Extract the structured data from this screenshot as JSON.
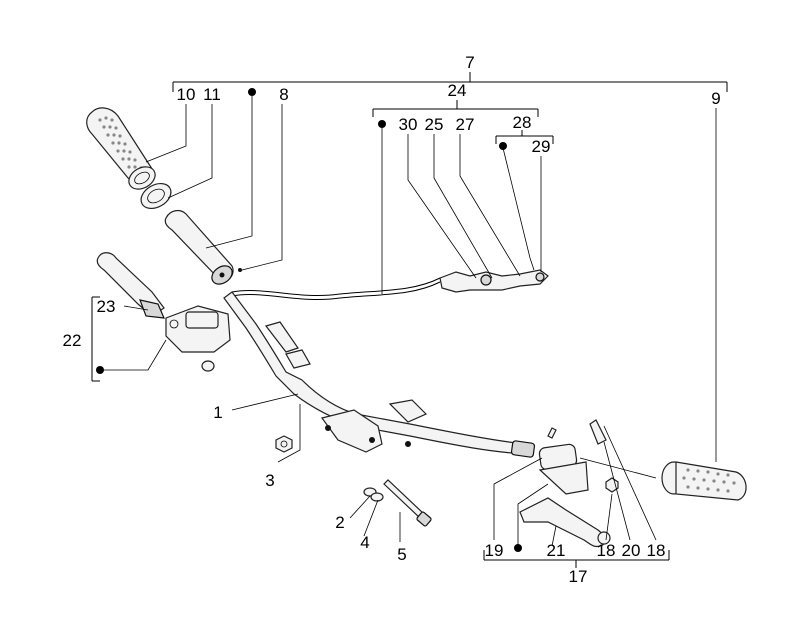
{
  "labels": {
    "l1": "1",
    "l2": "2",
    "l3": "3",
    "l4": "4",
    "l5": "5",
    "l7": "7",
    "l8": "8",
    "l9": "9",
    "l10": "10",
    "l11": "11",
    "l17": "17",
    "l18a": "18",
    "l18b": "18",
    "l19": "19",
    "l20": "20",
    "l21": "21",
    "l22": "22",
    "l23": "23",
    "l24": "24",
    "l25": "25",
    "l27": "27",
    "l28": "28",
    "l29": "29",
    "l30": "30"
  }
}
